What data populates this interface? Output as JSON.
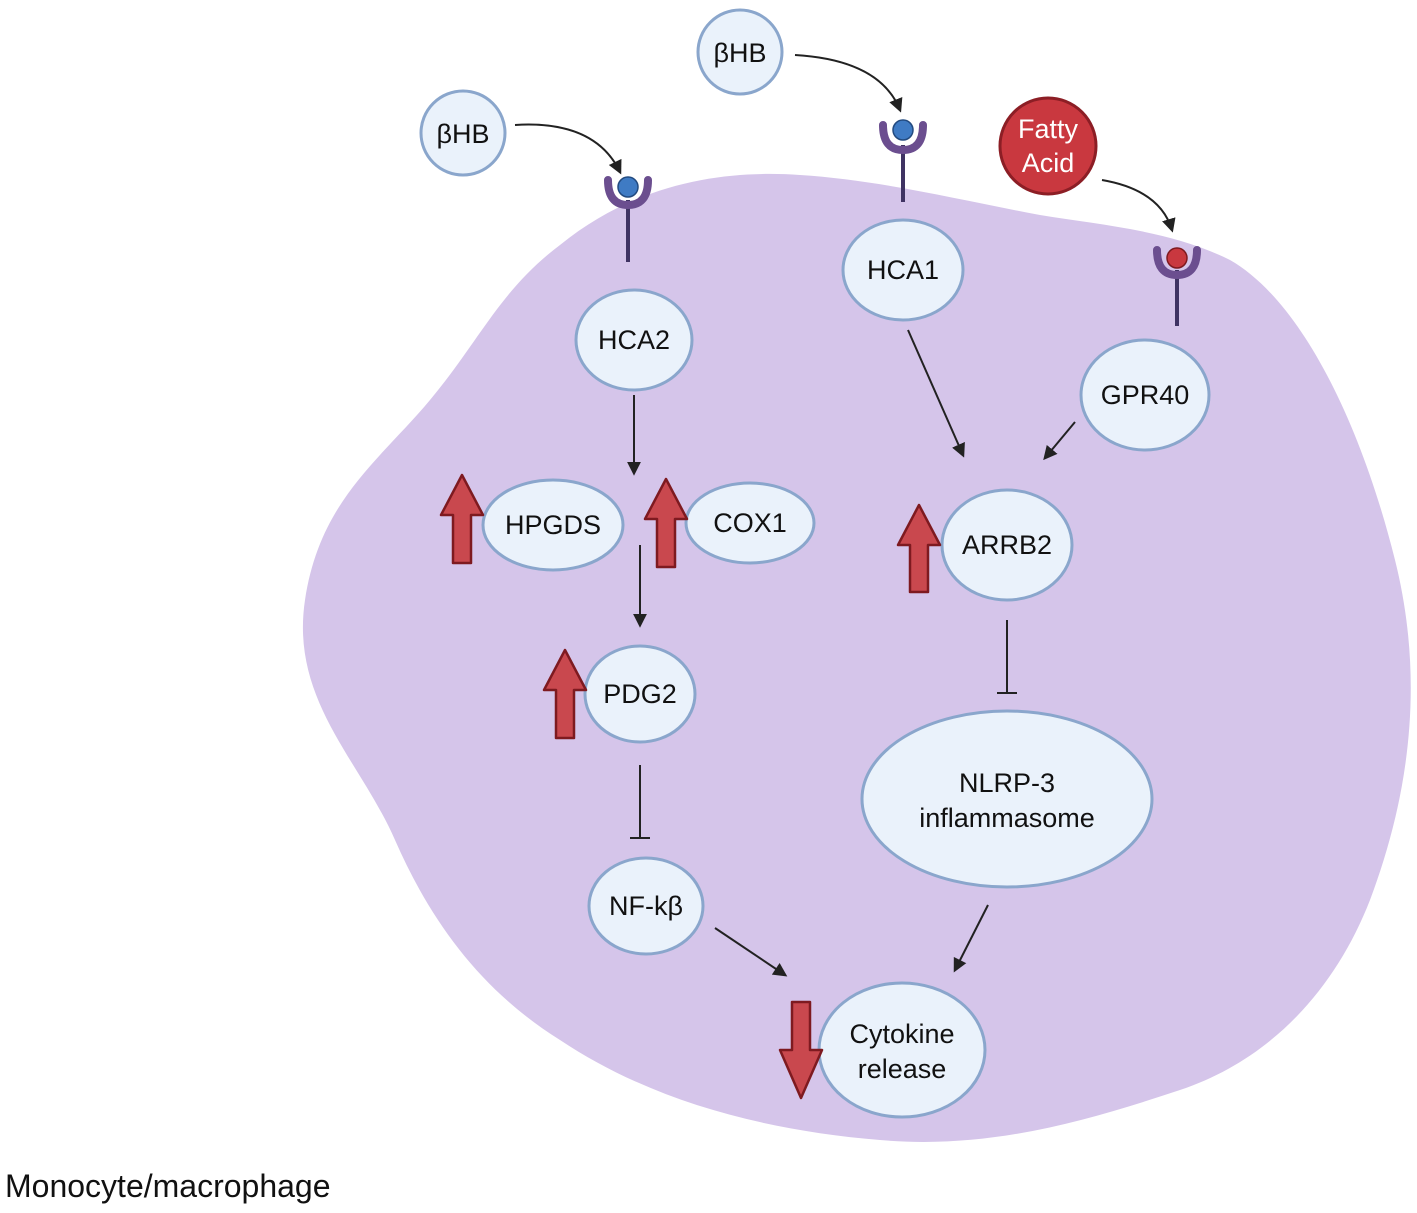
{
  "caption": "Monocyte/macrophage",
  "ligands": {
    "bhb_left": "βHB",
    "bhb_top": "βHB",
    "fatty_acid": [
      "Fatty",
      "Acid"
    ]
  },
  "nodes": {
    "hca2": "HCA2",
    "hca1": "HCA1",
    "gpr40": "GPR40",
    "hpgds": "HPGDS",
    "cox1": "COX1",
    "arrb2": "ARRB2",
    "pdg2": "PDG2",
    "nlrp3": [
      "NLRP-3",
      "inflammasome"
    ],
    "nfkb": "NF-kβ",
    "cytokine": [
      "Cytokine",
      "release"
    ]
  },
  "colors": {
    "cell": "#d5c5ea",
    "node_fill": "#eaf2fb",
    "node_stroke": "#8aa6cc",
    "receptor": "#6b4e8f",
    "receptor_ligand_blue": "#3f7bc4",
    "receptor_ligand_red": "#c9383f",
    "fatty_fill": "#c9383f",
    "fatty_stroke": "#8c1e25",
    "regulation_arrow": "#c9484e",
    "regulation_arrow_stroke": "#7e1a20",
    "edge": "#222222"
  },
  "regulation": {
    "hpgds": "up",
    "cox1": "up",
    "arrb2": "up",
    "pdg2": "up",
    "cytokine": "down"
  }
}
